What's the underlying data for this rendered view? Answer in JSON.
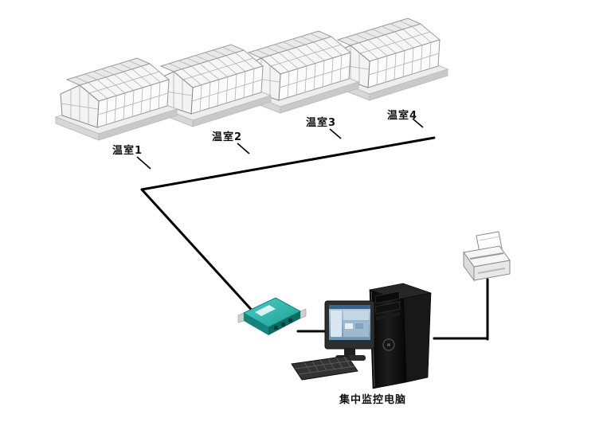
{
  "diagram": {
    "greenhouses": [
      {
        "label": "温室1"
      },
      {
        "label": "温室2"
      },
      {
        "label": "温室3"
      },
      {
        "label": "温室4"
      }
    ],
    "computer": {
      "label": "集中监控电脑"
    },
    "nodes": {
      "converter_device": "signal-converter-device",
      "computer": "desktop-pc-with-monitor-keyboard-tower",
      "printer": "printer"
    },
    "colors": {
      "line": "#000000",
      "converter_teal": "#2fb7af",
      "greenhouse_stroke": "#9a9a9a"
    }
  }
}
